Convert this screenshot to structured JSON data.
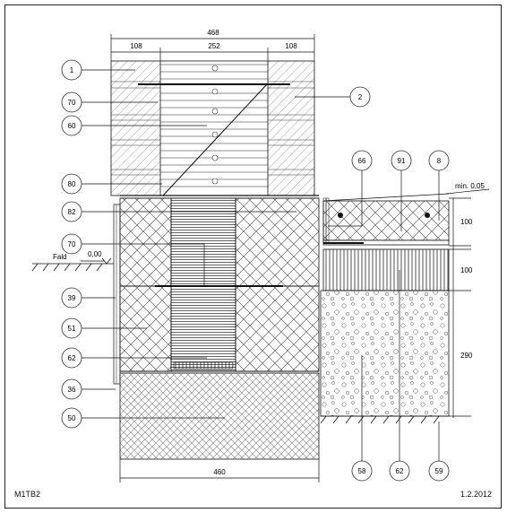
{
  "sheet": {
    "code": "M1TB2",
    "date": "1.2.2012"
  },
  "dimensions": {
    "top_total": "468",
    "top_left": "108",
    "top_mid": "252",
    "top_right": "108",
    "bottom_total": "460",
    "right_1": "100",
    "right_2": "100",
    "right_3": "290",
    "slope": "min. 0,05"
  },
  "ground": {
    "label": "Fald",
    "level": "0,00"
  },
  "callouts_left": [
    "1",
    "70",
    "60",
    "80",
    "82",
    "70",
    "39",
    "51",
    "62",
    "36",
    "50"
  ],
  "callout_right": "2",
  "callouts_top": [
    "66",
    "91",
    "8"
  ],
  "callouts_bottom": [
    "58",
    "62",
    "59"
  ]
}
